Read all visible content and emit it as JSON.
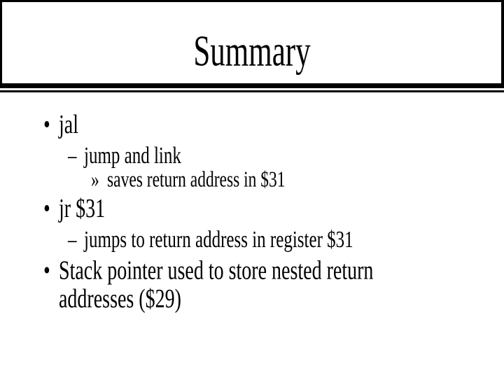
{
  "slide": {
    "title": "Summary",
    "colors": {
      "foreground": "#000000",
      "background": "#ffffff"
    },
    "bullets": [
      {
        "level": 1,
        "marker": "•",
        "text": "jal"
      },
      {
        "level": 2,
        "marker": "–",
        "text": "jump and link"
      },
      {
        "level": 3,
        "marker": "»",
        "text": "saves return address in $31"
      },
      {
        "level": 1,
        "marker": "•",
        "text": "jr $31"
      },
      {
        "level": 2,
        "marker": "–",
        "text": "jumps to return address in register $31"
      },
      {
        "level": 1,
        "marker": "•",
        "text": "Stack pointer used to store nested return addresses ($29)"
      }
    ]
  }
}
